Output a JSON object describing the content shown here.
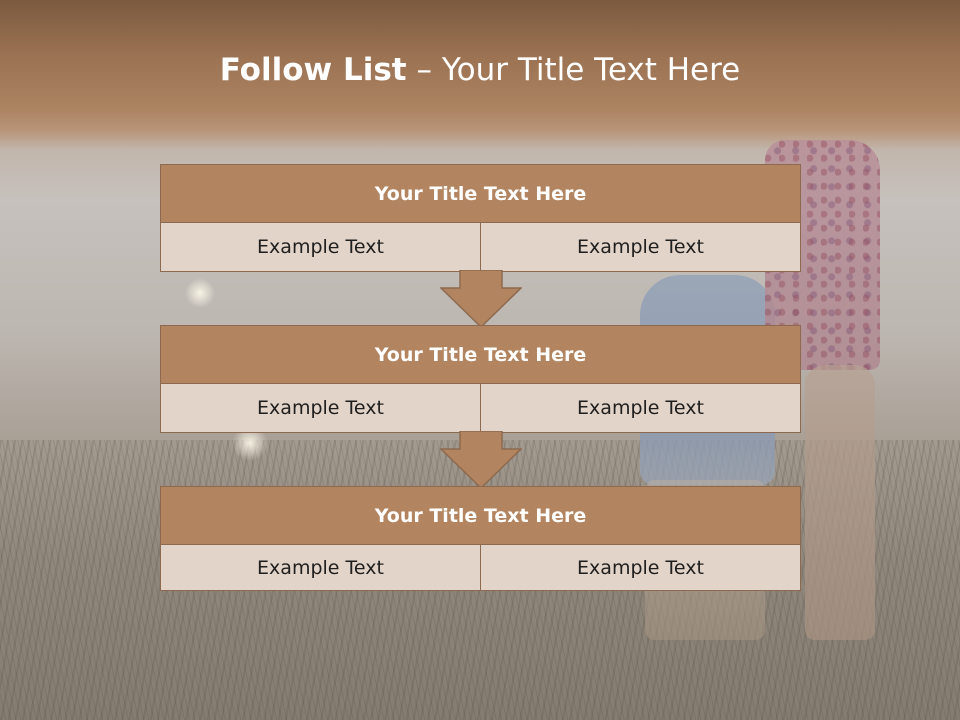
{
  "slide": {
    "title_bold": "Follow List",
    "title_rest": " – Your Title Text Here"
  },
  "steps": [
    {
      "title": "Your Title Text Here",
      "left": "Example Text",
      "right": "Example Text"
    },
    {
      "title": "Your Title Text Here",
      "left": "Example Text",
      "right": "Example Text"
    },
    {
      "title": "Your Title Text Here",
      "left": "Example Text",
      "right": "Example Text"
    }
  ],
  "colors": {
    "header_fill": "#b28560",
    "cell_fill": "#e3d4c9",
    "border": "#8d6a4f",
    "title_text": "#ffffff"
  },
  "icons": [
    "down-arrow-icon",
    "down-arrow-icon"
  ]
}
